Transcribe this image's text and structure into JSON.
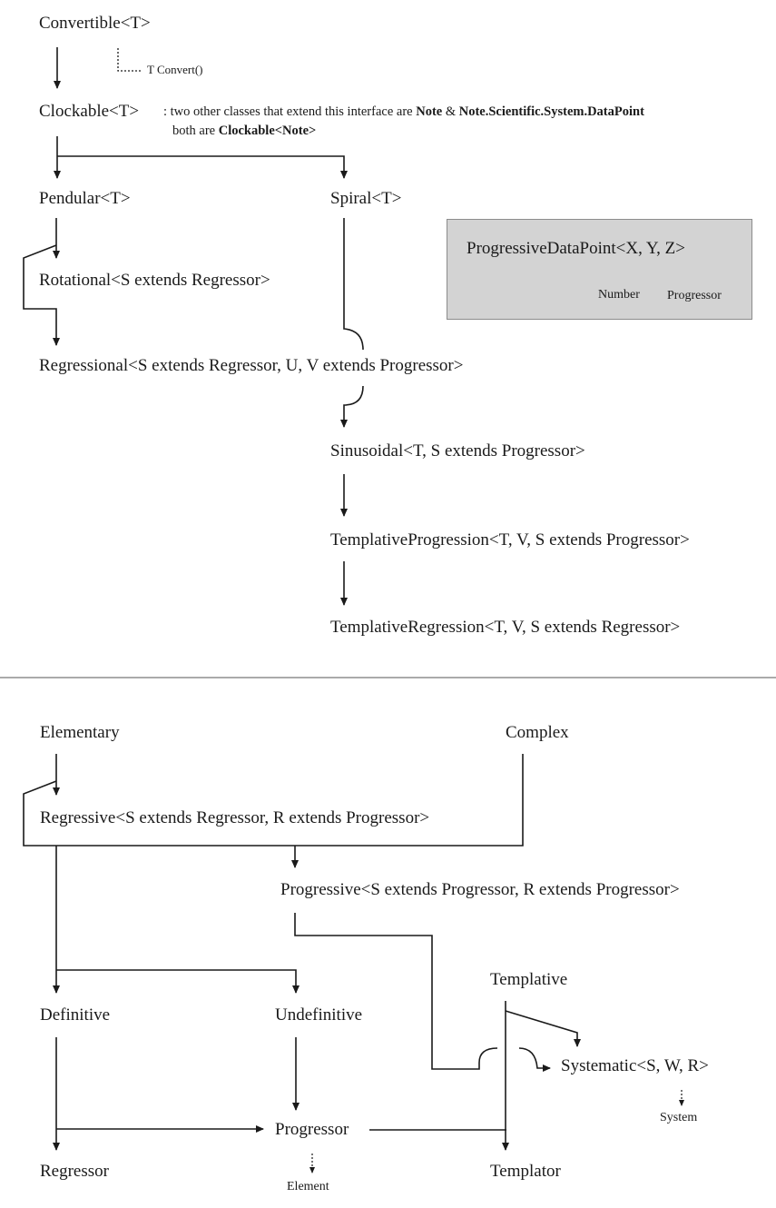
{
  "top": {
    "convertible": "Convertible<T>",
    "convert_method": "T Convert()",
    "clockable": "Clockable<T>",
    "note_prefix": ": two other classes that extend this interface are",
    "note_class1": "Note",
    "note_amp": "&",
    "note_class2": "Note.Scientific.System.DataPoint",
    "note_line2_prefix": "both are",
    "note_line2_bold": "Clockable<Note>",
    "pendular": "Pendular<T>",
    "spiral": "Spiral<T>",
    "rotational": "Rotational<S extends Regressor>",
    "regressional": "Regressional<S extends Regressor, U, V extends Progressor>",
    "sinusoidal": "Sinusoidal<T, S extends Progressor>",
    "templative_progression": "TemplativeProgression<T, V, S extends Progressor>",
    "templative_regression": "TemplativeRegression<T, V, S extends Regressor>"
  },
  "box": {
    "title": "ProgressiveDataPoint<X, Y, Z>",
    "number": "Number",
    "progressor": "Progressor"
  },
  "bottom": {
    "elementary": "Elementary",
    "complex": "Complex",
    "regressive": "Regressive<S extends Regressor, R extends Progressor>",
    "progressive": "Progressive<S extends Progressor, R extends Progressor>",
    "templative": "Templative",
    "definitive": "Definitive",
    "undefinitive": "Undefinitive",
    "systematic": "Systematic<S, W, R>",
    "system": "System",
    "progressor": "Progressor",
    "regressor": "Regressor",
    "element": "Element",
    "templator": "Templator"
  },
  "colors": {
    "line": "#1a1a1a",
    "box_fill": "#d3d3d3",
    "box_border": "#8c8c8c",
    "divider": "#555555"
  }
}
